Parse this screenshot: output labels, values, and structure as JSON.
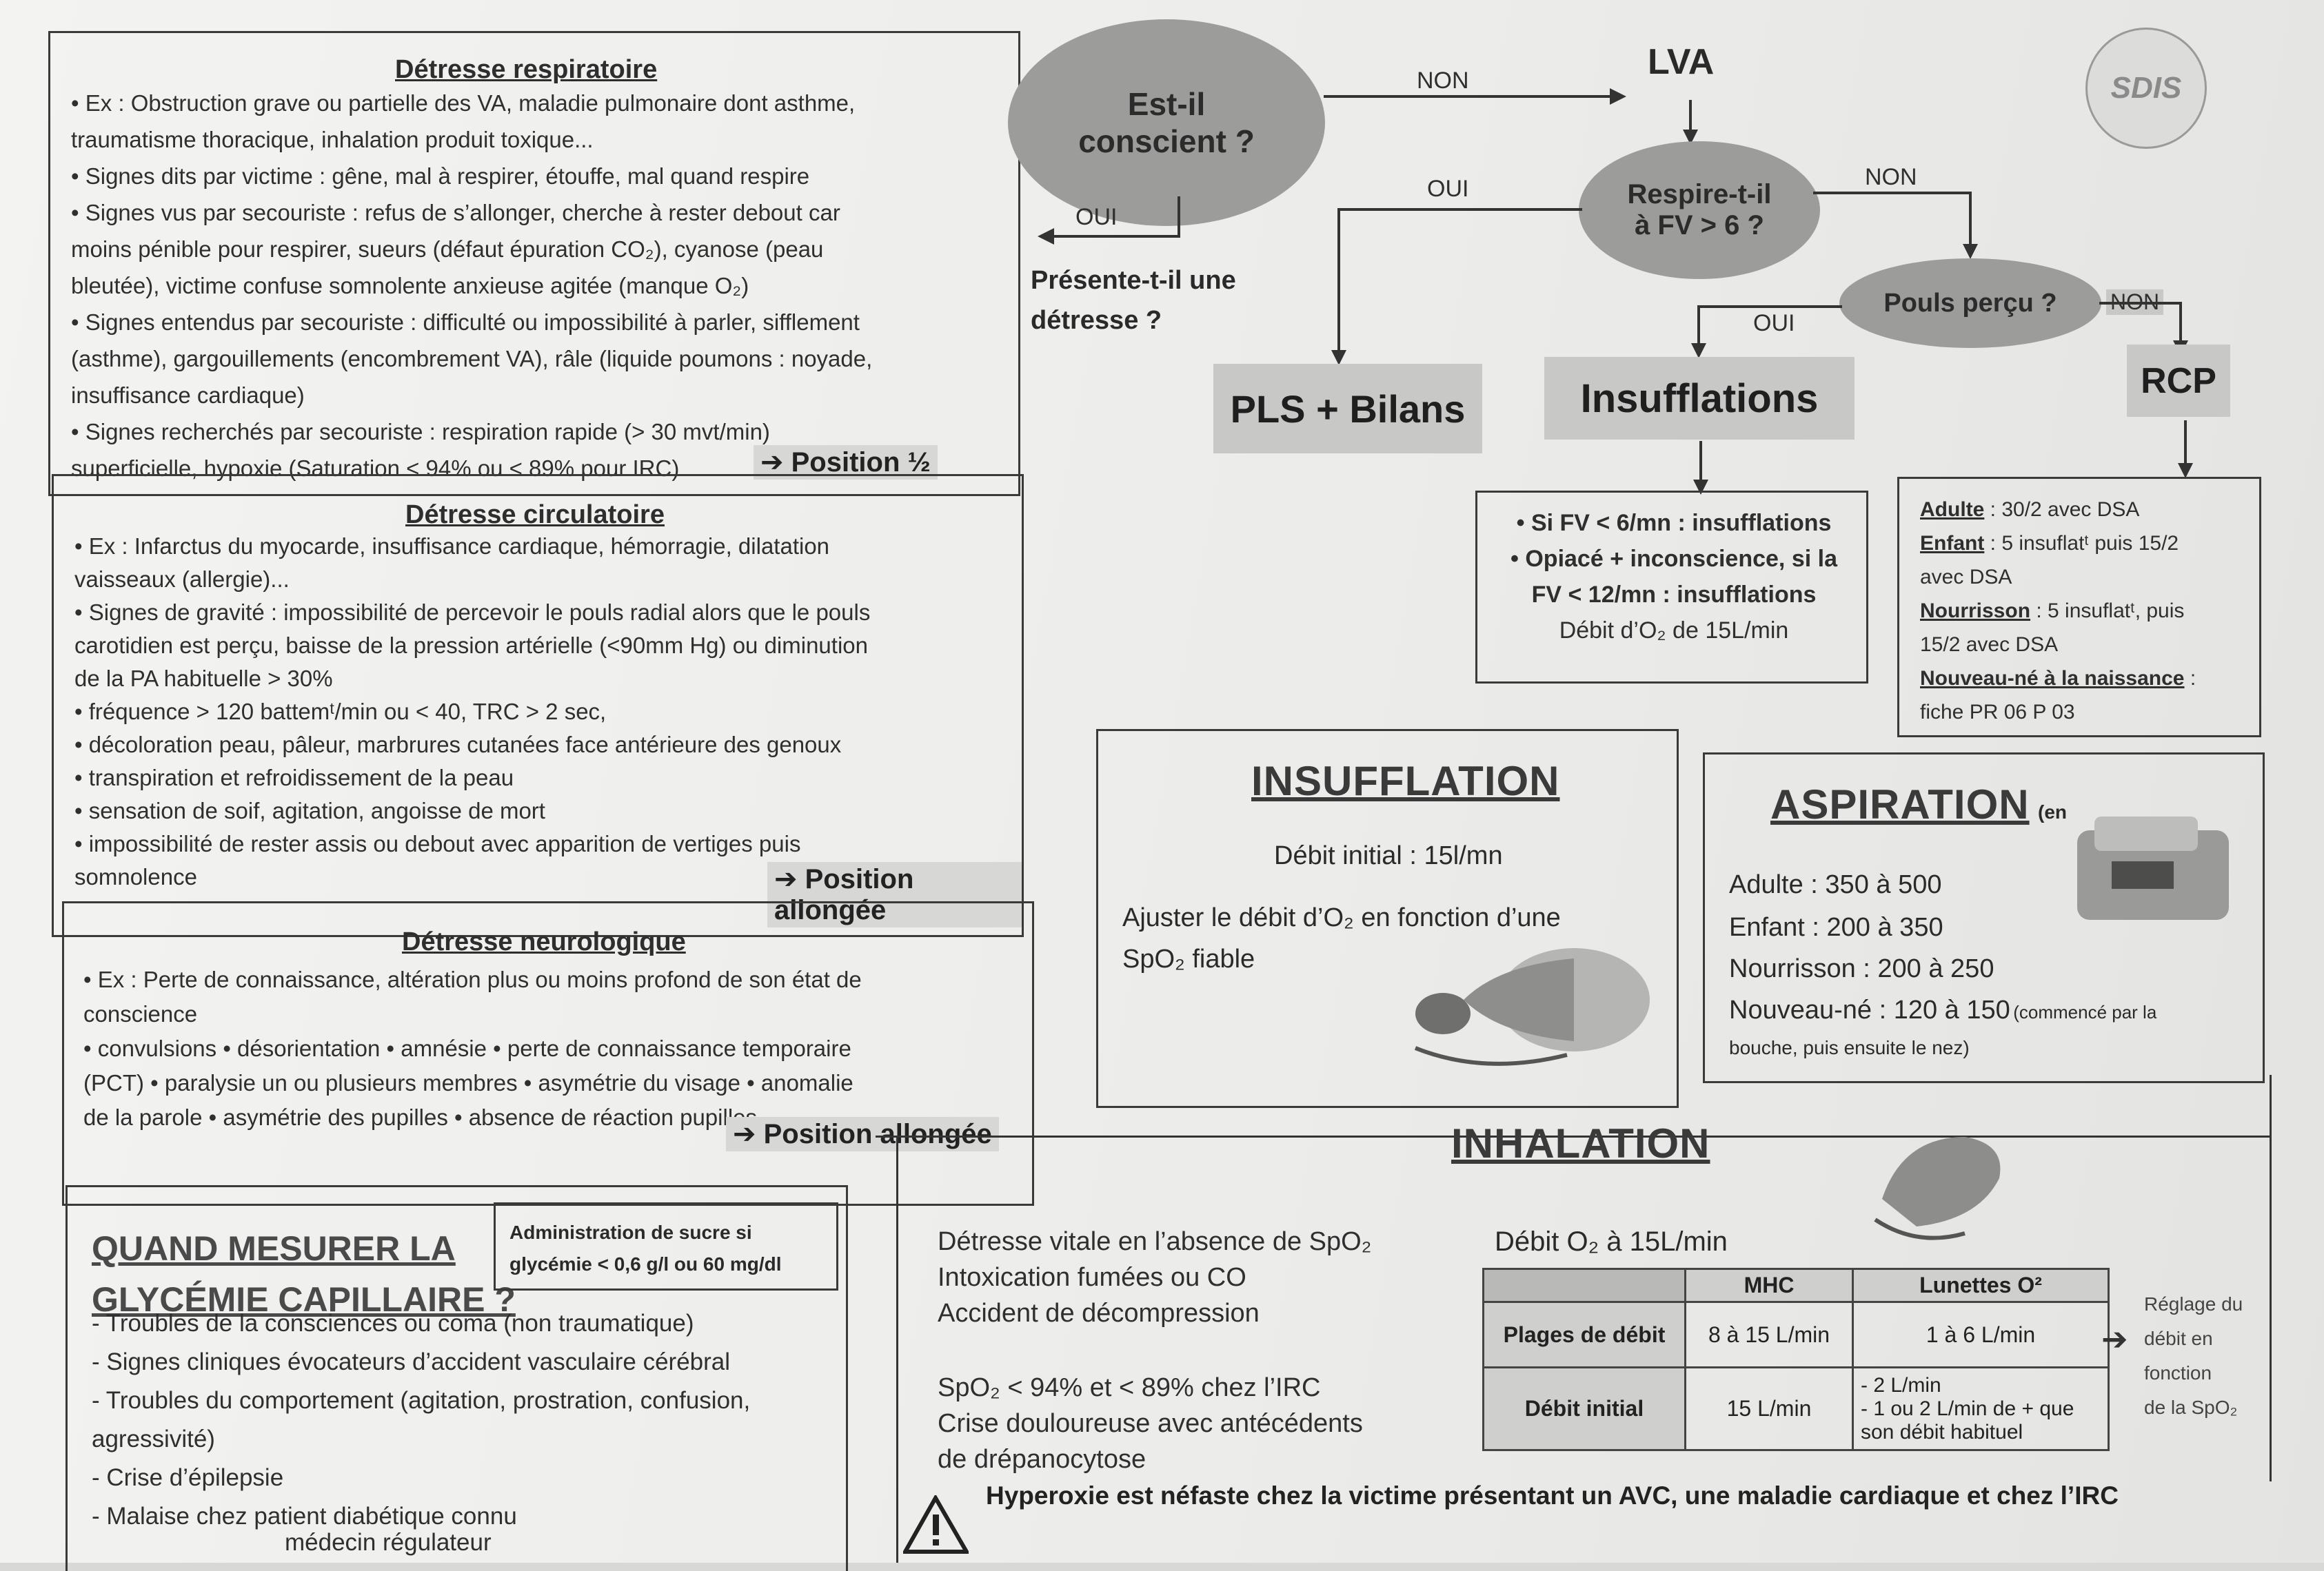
{
  "respiratory": {
    "title": "Détresse respiratoire",
    "lines": [
      "• Ex : Obstruction grave ou partielle des VA, maladie pulmonaire dont asthme,",
      "traumatisme thoracique, inhalation produit toxique...",
      "• Signes dits par victime : gêne, mal à respirer, étouffe, mal quand respire",
      "• Signes vus par secouriste : refus de s’allonger, cherche à rester debout car",
      "moins pénible pour respirer, sueurs (défaut épuration CO₂), cyanose (peau",
      "bleutée), victime confuse somnolente anxieuse agitée (manque O₂)",
      "• Signes entendus par secouriste : difficulté ou impossibilité à parler, sifflement",
      "(asthme), gargouillements (encombrement VA), râle (liquide poumons : noyade,",
      "insuffisance cardiaque)",
      "• Signes recherchés par secouriste : respiration rapide (> 30 mvt/min)",
      "superficielle, hypoxie (Saturation < 94% ou < 89% pour IRC)"
    ],
    "position": "➔ Position ½"
  },
  "circulatory": {
    "title": "Détresse circulatoire",
    "lines": [
      "• Ex : Infarctus du myocarde, insuffisance cardiaque, hémorragie, dilatation",
      "vaisseaux (allergie)...",
      "• Signes de gravité : impossibilité de percevoir le pouls radial alors que le pouls",
      "carotidien est perçu, baisse de la pression artérielle (<90mm Hg) ou diminution",
      "de la PA habituelle > 30%",
      "• fréquence > 120 battemᵗ/min ou < 40, TRC > 2 sec,",
      "• décoloration peau, pâleur, marbrures cutanées face antérieure des genoux",
      "• transpiration et refroidissement de la peau",
      "• sensation de soif, agitation, angoisse de mort",
      "• impossibilité de rester assis ou debout avec apparition de vertiges puis",
      "somnolence"
    ],
    "position": "➔ Position allongée"
  },
  "neurological": {
    "title": "Détresse neurologique",
    "lines": [
      "• Ex : Perte de connaissance, altération plus ou moins profond de son état de",
      "conscience",
      "• convulsions   • désorientation   • amnésie   • perte de connaissance temporaire",
      "(PCT)   • paralysie un ou plusieurs membres   • asymétrie du visage   • anomalie",
      "de la parole   • asymétrie des pupilles   • absence de réaction pupilles"
    ],
    "position": "➔ Position allongée"
  },
  "flow": {
    "conscious": "Est-il conscient ?",
    "lva": "LVA",
    "breathes": "Respire-t-il à FV > 6 ?",
    "pulse": "Pouls perçu ?",
    "distress": "Présente-t-il une détresse ?",
    "pls": "PLS + Bilans",
    "insufflations": "Insufflations",
    "rcp": "RCP",
    "oui": "OUI",
    "non": "NON"
  },
  "insufflation_rules": {
    "lines": [
      "• Si FV < 6/mn : insufflations",
      "• Opiacé + inconscience, si la",
      "FV <  12/mn : insufflations",
      "Débit d’O₂ de 15L/min"
    ]
  },
  "rcp_rules": {
    "adult_label": "Adulte",
    "adult_text": " : 30/2 avec DSA",
    "child_label": "Enfant",
    "child_text": " : 5 insuflatᵗ puis 15/2",
    "child_text2": "avec DSA",
    "infant_label": "Nourrisson",
    "infant_text": " : 5 insuflatᵗ, puis",
    "infant_text2": "15/2 avec DSA",
    "newborn_label": "Nouveau-né à la naissance",
    "newborn_text": " :",
    "newborn_text2": "fiche PR 06 P 03"
  },
  "insufflation": {
    "title": "INSUFFLATION",
    "initial": "Débit initial : 15l/mn",
    "adjust1": "Ajuster le débit d’O₂ en fonction d’une",
    "adjust2": "SpO₂ fiable"
  },
  "aspiration": {
    "title": "ASPIRATION",
    "suffix": "(en",
    "adult": "Adulte : 350 à 500",
    "child": "Enfant : 200 à 350",
    "infant": "Nourrisson : 200 à 250",
    "newborn": "Nouveau-né : 120 à 150",
    "newborn_note": "(commencé par la",
    "newborn_note2": "bouche, puis ensuite le nez)"
  },
  "glycemia": {
    "title1": "QUAND MESURER LA",
    "title2": "GLYCÉMIE CAPILLAIRE ?",
    "sugar1": "Administration de sucre si",
    "sugar2": "glycémie < 0,6 g/l ou 60 mg/dl",
    "items": [
      "- Troubles de la consciences ou coma (non traumatique)",
      "- Signes cliniques évocateurs d’accident vasculaire cérébral",
      "- Troubles du comportement (agitation, prostration, confusion,",
      "  agressivité)",
      "- Crise d’épilepsie",
      "- Malaise chez patient diabétique connu",
      "  médecin régulateur"
    ]
  },
  "inhalation": {
    "title": "INHALATION",
    "items": [
      "Détresse vitale en l’absence de SpO₂",
      "Intoxication fumées ou CO",
      "Accident de décompression",
      "SpO₂ < 94% et < 89% chez l’IRC",
      "Crise douloureuse avec antécédents",
      "de drépanocytose"
    ],
    "flow": "Débit O₂ à 15L/min",
    "table": {
      "col1": "MHC",
      "col2": "Lunettes O²",
      "row1_head": "Plages de débit",
      "row1_c1": "8 à 15 L/min",
      "row1_c2": "1 à 6 L/min",
      "row2_head": "Débit initial",
      "row2_c1": "15 L/min",
      "row2_c2a": "- 2 L/min",
      "row2_c2b": "- 1 ou 2 L/min de + que son débit habituel"
    },
    "side_note": [
      "Réglage du",
      "débit en",
      "fonction",
      "de la SpO₂"
    ],
    "warning": "Hyperoxie est néfaste chez la victime présentant un AVC, une maladie cardiaque et chez l’IRC"
  },
  "logo_text": "SDIS"
}
